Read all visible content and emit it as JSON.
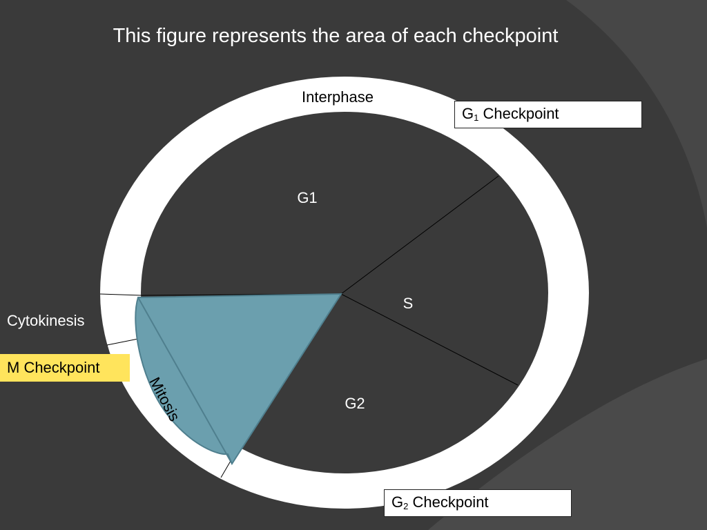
{
  "title": "This figure represents the area of each checkpoint",
  "ring": {
    "outer_label": "Interphase",
    "mitosis_label": "Mitosis",
    "cytokinesis_label": "Cytokinesis"
  },
  "phases": {
    "g1": "G1",
    "s": "S",
    "g2": "G2"
  },
  "callouts": {
    "g1": {
      "prefix": "G",
      "sub": "1",
      "text": " Checkpoint"
    },
    "g2": {
      "prefix": "G",
      "sub": "2",
      "text": " Checkpoint"
    },
    "m": "M Checkpoint"
  },
  "colors": {
    "background": "#3a3a3a",
    "ring": "#ffffff",
    "highlight_wedge": "#6b9fae",
    "m_checkpoint_box": "#ffe45c"
  }
}
